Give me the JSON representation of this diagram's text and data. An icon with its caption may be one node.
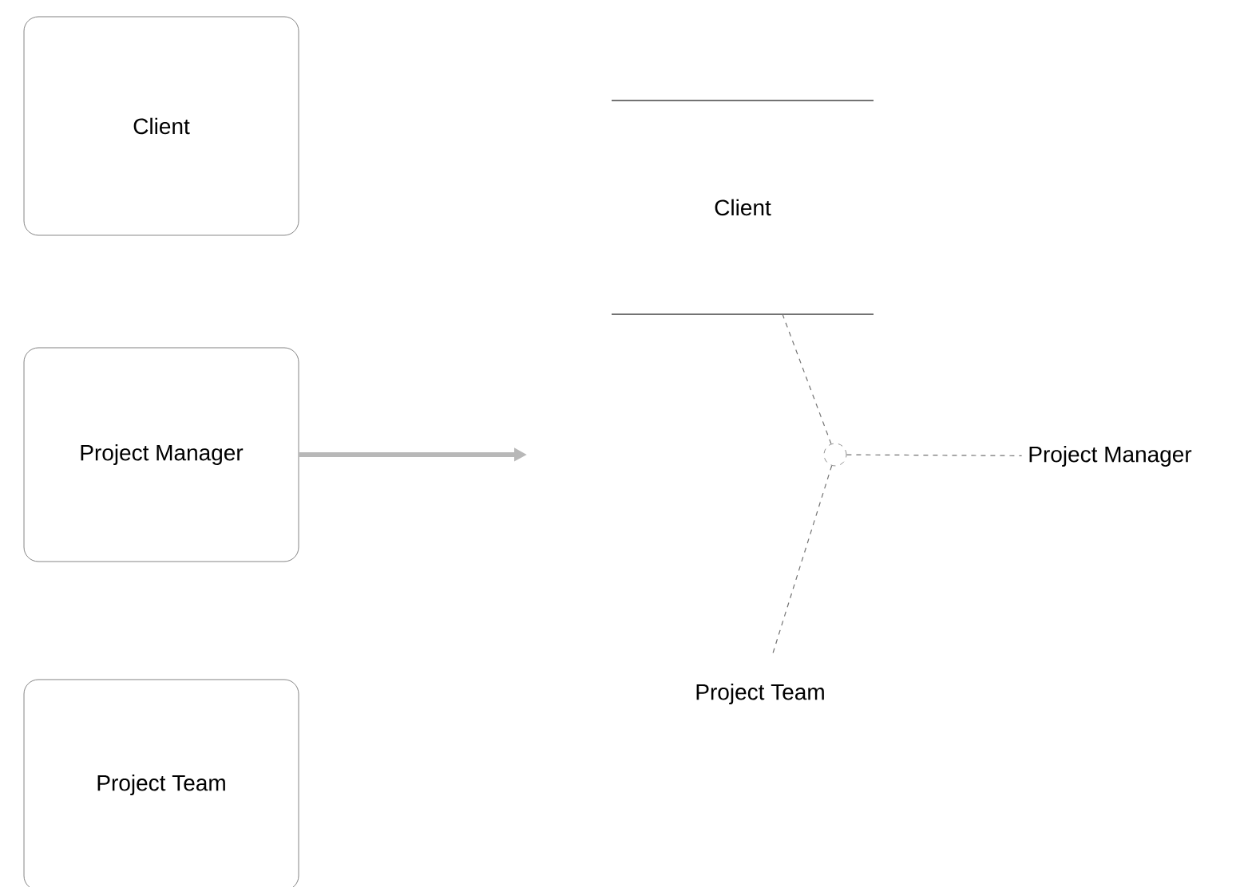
{
  "diagram": {
    "nodes": [
      {
        "text": [
          "Client"
        ]
      },
      {
        "text": [
          "Project Manager"
        ]
      },
      {
        "text": [
          "Project Team"
        ]
      },
      {
        "text": [
          "Client"
        ]
      },
      {
        "text": [
          "Project Manager"
        ]
      },
      {
        "text": [
          "Project Team"
        ]
      },
      {
        "text": [],
        "shape": "circle"
      }
    ],
    "edges": [
      {
        "from": 1,
        "to": null,
        "arrow": "to",
        "style": "thick",
        "color": "#b8b8b8"
      },
      {
        "from": 6,
        "to": 3,
        "arrow": "none",
        "style": "dashed"
      },
      {
        "from": 6,
        "to": 4,
        "arrow": "none",
        "style": "dashed"
      },
      {
        "from": 6,
        "to": 5,
        "arrow": "none",
        "style": "dashed"
      }
    ]
  }
}
